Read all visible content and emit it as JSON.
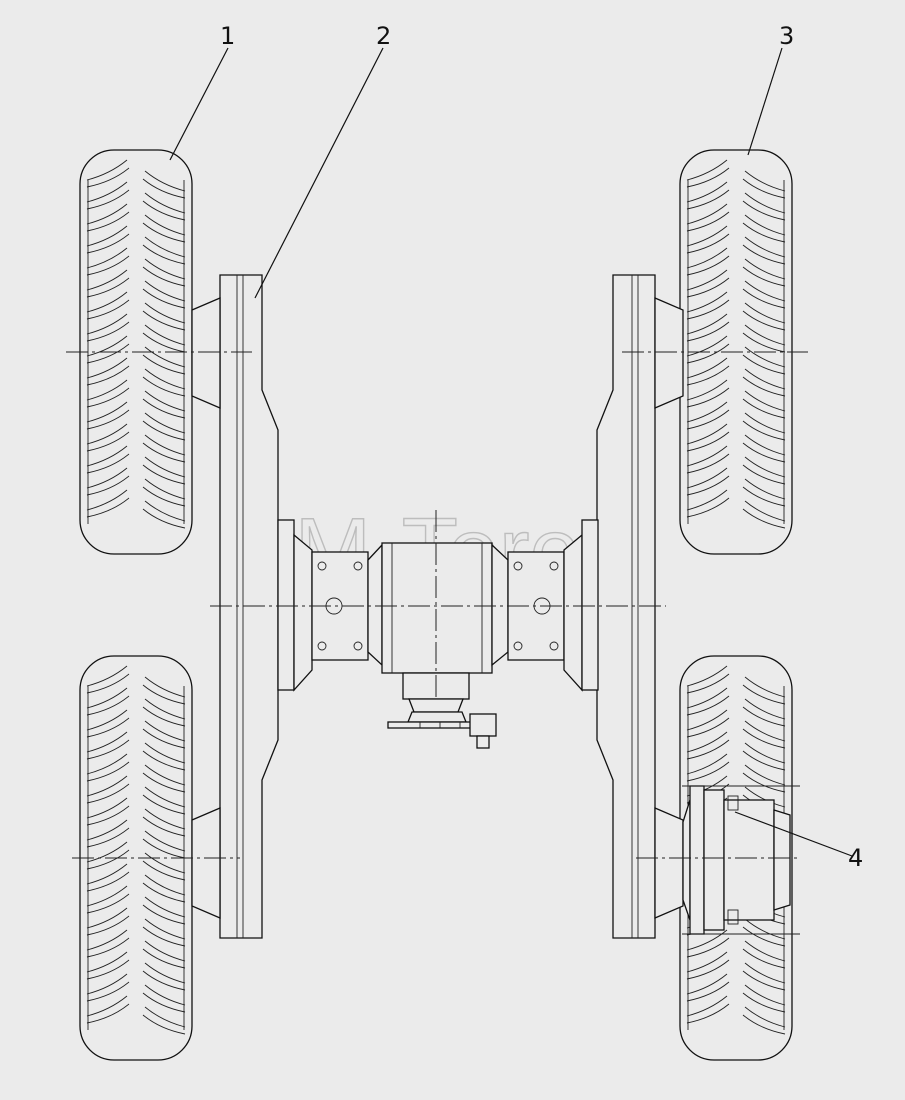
{
  "callouts": {
    "c1": "1",
    "c2": "2",
    "c3": "3",
    "c4": "4"
  },
  "watermark": "RM-Terex",
  "colors": {
    "background": "#ebebeb",
    "line": "#111111",
    "watermark": "#bdbdbd"
  }
}
